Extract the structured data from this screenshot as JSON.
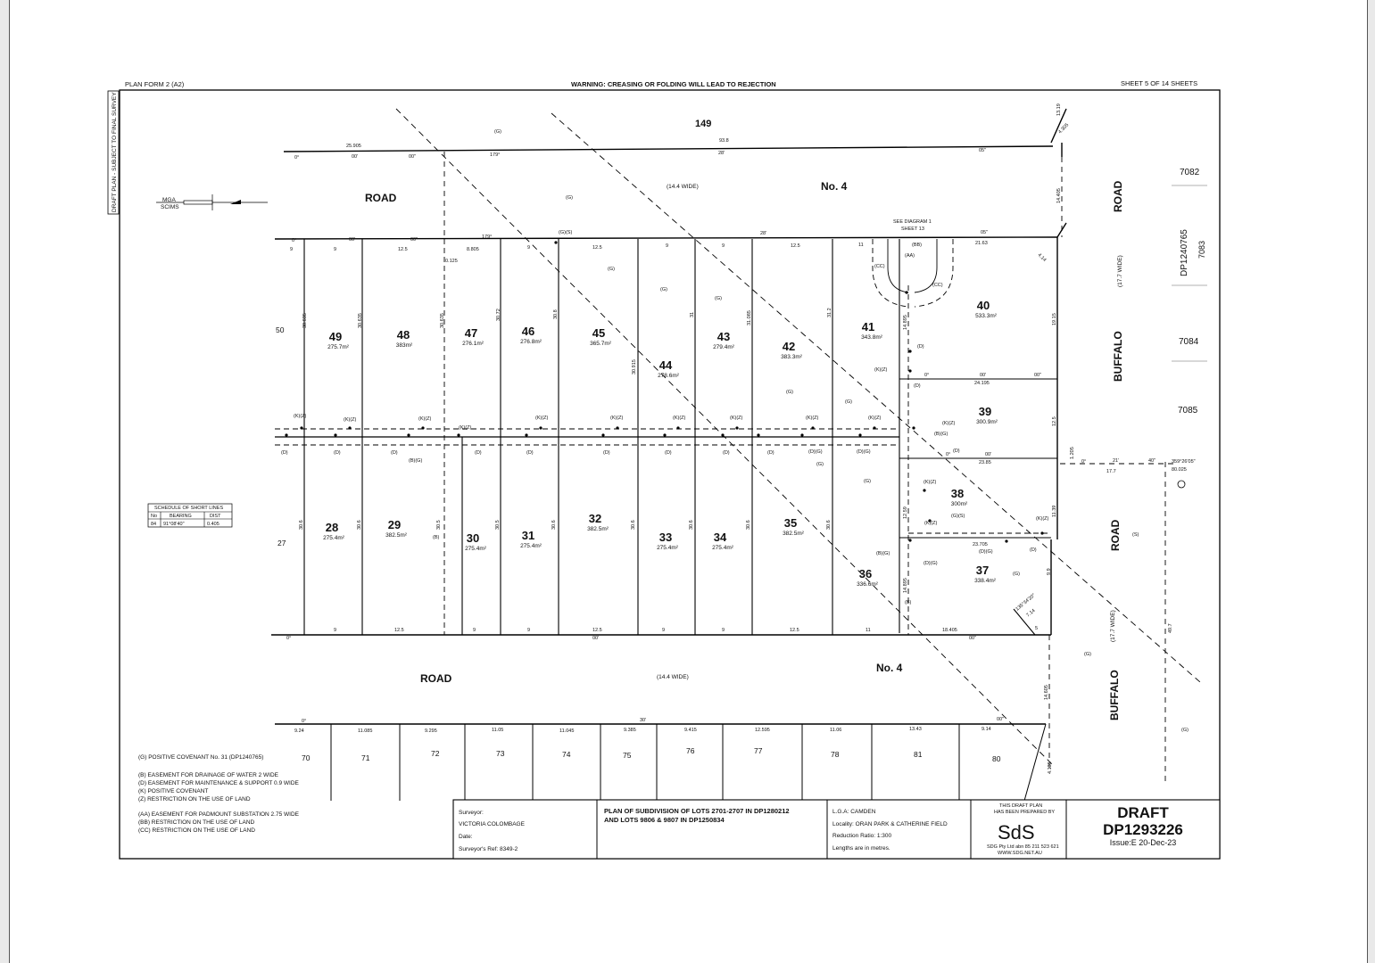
{
  "header": {
    "plan_form": "PLAN FORM 2  (A2)",
    "warning": "WARNING: CREASING OR FOLDING WILL LEAD TO REJECTION",
    "sheet": "SHEET  5  OF  14  SHEETS",
    "side_note": "DRAFT PLAN - SUBJECT TO FINAL SURVEY"
  },
  "north": {
    "label_1": "MGA",
    "label_2": "SCIMS"
  },
  "roads": {
    "top_road": "ROAD",
    "top_no4": "No. 4",
    "top_width": "(14.4 WIDE)",
    "bottom_road": "ROAD",
    "bottom_no4": "No. 4",
    "bottom_width": "(14.4 WIDE)",
    "buffalo_upper": "BUFFALO",
    "buffalo_upper_road": "ROAD",
    "buffalo_upper_width": "(17.7 WIDE)",
    "buffalo_lower": "BUFFALO",
    "buffalo_lower_road": "ROAD",
    "buffalo_lower_width": "(17.7 WIDE)",
    "neighbor_149": "149",
    "neighbor_50": "50",
    "neighbor_27": "27",
    "see_diagram_1": "SEE DIAGRAM 1",
    "see_diagram_2": "SHEET 13"
  },
  "lots": [
    {
      "no": "49",
      "area": "275.7m²"
    },
    {
      "no": "48",
      "area": "383m²"
    },
    {
      "no": "47",
      "area": "276.1m²"
    },
    {
      "no": "46",
      "area": "276.8m²"
    },
    {
      "no": "45",
      "area": "365.7m²"
    },
    {
      "no": "44",
      "area": "278.6m²"
    },
    {
      "no": "43",
      "area": "279.4m²"
    },
    {
      "no": "42",
      "area": "383.3m²"
    },
    {
      "no": "41",
      "area": "343.8m²"
    },
    {
      "no": "40",
      "area": "533.3m²"
    },
    {
      "no": "39",
      "area": "300.9m²"
    },
    {
      "no": "38",
      "area": "300m²"
    },
    {
      "no": "37",
      "area": "338.4m²"
    },
    {
      "no": "36",
      "area": "336.6m²"
    },
    {
      "no": "35",
      "area": "382.5m²"
    },
    {
      "no": "34",
      "area": "275.4m²"
    },
    {
      "no": "33",
      "area": "275.4m²"
    },
    {
      "no": "32",
      "area": "382.5m²"
    },
    {
      "no": "31",
      "area": "275.4m²"
    },
    {
      "no": "30",
      "area": "275.4m²"
    },
    {
      "no": "29",
      "area": "382.5m²"
    },
    {
      "no": "28",
      "area": "275.4m²"
    }
  ],
  "bottom_lots": [
    "70",
    "71",
    "72",
    "73",
    "74",
    "75",
    "76",
    "77",
    "78",
    "81",
    "80"
  ],
  "bottom_dims": [
    "9.24",
    "11.085",
    "9.295",
    "11.05",
    "11.045",
    "9.385",
    "9.415",
    "12.595",
    "11.06",
    "13.43",
    "9.14"
  ],
  "top_dims": [
    "9",
    "9",
    "12.5",
    "8.805",
    "9",
    "12.5",
    "9",
    "9",
    "12.5",
    "11",
    "21.63"
  ],
  "lower_dims": [
    "9",
    "12.5",
    "9",
    "9",
    "12.5",
    "9",
    "9",
    "12.5",
    "11",
    "18.405",
    "5"
  ],
  "misc_dims": {
    "top_25": "25.905",
    "top_93": "93.8",
    "b0125": "0.125",
    "d30_635": "30.635",
    "d30_72": "30.72",
    "d30_8": "30.8",
    "d30_915": "30.915",
    "d31": "31",
    "d31_085": "31.085",
    "d31_2": "31.2",
    "d30_6": "30.6",
    "d30_5": "30.5",
    "d24_195": "24.195",
    "d23_85": "23.85",
    "d23_705": "23.705",
    "d14_405": "14.405",
    "d14_895": "14.895",
    "d14_605": "14.605",
    "d12_59": "12.59",
    "d11_39": "11.39",
    "d12_5": "12.5",
    "d19_15": "19.15",
    "d17_7": "17.7",
    "d9_9": "9.9",
    "d49_7": "49.7",
    "d80_025": "80.025",
    "d1_205": "1.205",
    "d4_14": "4.14",
    "d4_305": "4.305",
    "d13_19": "13.19",
    "d4_135": "4.135",
    "b_359": "359°26'05\"",
    "diag_7_14": "7.14",
    "diag_135": "135°34'20\""
  },
  "short_lines": {
    "title": "SCHEDULE OF SHORT LINES",
    "headers": [
      "No",
      "BEARING",
      "DIST"
    ],
    "row": [
      "84",
      "91°08'40\"",
      "0.405"
    ]
  },
  "legend": [
    "(G)  POSITIVE COVENANT No. 31 (DP1240765)",
    "(B) EASEMENT FOR DRAINAGE OF WATER 2 WIDE",
    "(D) EASEMENT FOR MAINTENANCE & SUPPORT 0.9 WIDE",
    "(K) POSITIVE COVENANT",
    "(Z) RESTRICTION ON THE USE OF LAND",
    "(AA) EASEMENT FOR PADMOUNT SUBSTATION 2.75 WIDE",
    "(BB) RESTRICTION ON THE USE OF LAND",
    "(CC) RESTRICTION ON THE USE OF LAND"
  ],
  "title_block": {
    "surveyor_label": "Surveyor:",
    "surveyor_name": "VICTORIA COLOMBAGE",
    "date_label": "Date:",
    "ref": "Surveyor's Ref: 8349-2",
    "plan_title_1": "PLAN OF SUBDIVISION OF LOTS 2701-2707 IN DP1280212",
    "plan_title_2": "AND LOTS 9806 & 9807 IN DP1250834",
    "lga": "L.G.A:    CAMDEN",
    "locality": "Locality:  ORAN PARK & CATHERINE FIELD",
    "ratio": "Reduction Ratio: 1:300",
    "lengths": "Lengths are in metres.",
    "prepared_1": "THIS DRAFT PLAN",
    "prepared_2": "HAS BEEN PREPARED BY",
    "logo": "SdS",
    "company_1": "SDG Pty Ltd abn 85 211 523 621",
    "company_2": "WWW.SDG.NET.AU",
    "draft": "DRAFT",
    "dp": "DP1293226",
    "issue": "Issue:E  20-Dec-23"
  },
  "right_margin": {
    "a": "7082",
    "b": "DP1240765",
    "c": "7083",
    "d": "7084",
    "e": "7085"
  }
}
